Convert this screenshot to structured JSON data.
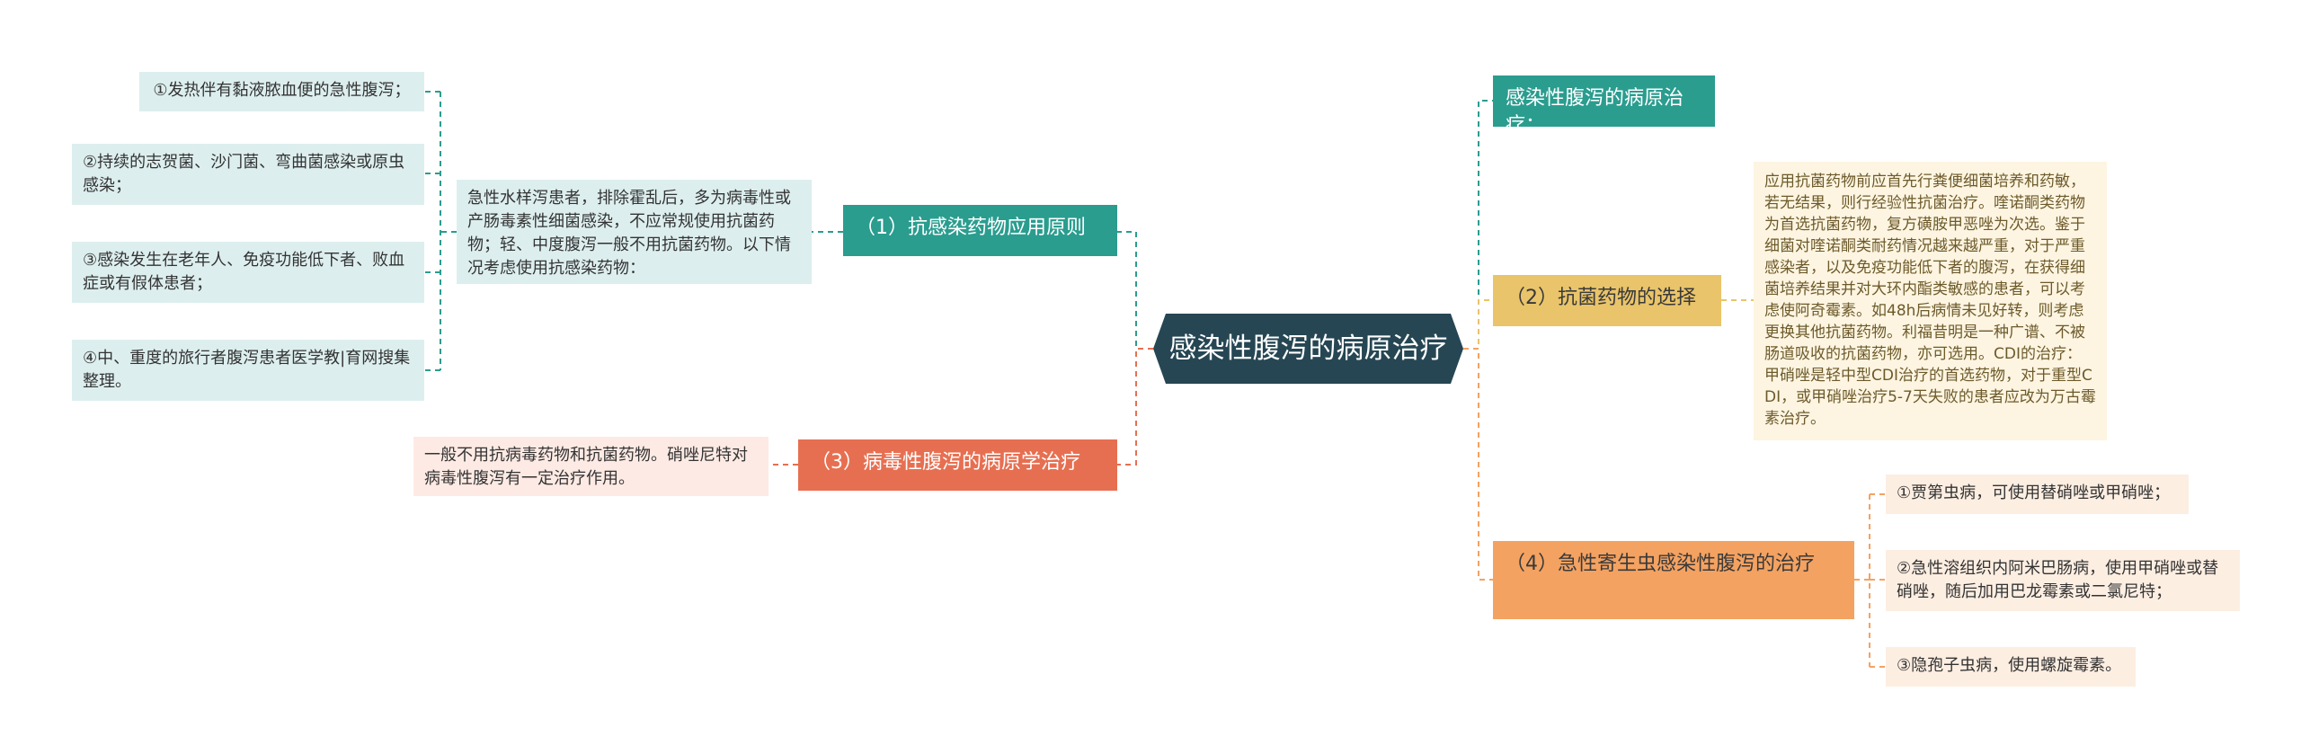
{
  "central": "感染性腹泻的病原治疗",
  "left_branches": [
    {
      "id": "b1",
      "label": "（1）抗感染药物应用原则",
      "intro": "急性水样泻患者，排除霍乱后，多为病毒性或产肠毒素性细菌感染，不应常规使用抗菌药物；轻、中度腹泻一般不用抗菌药物。以下情况考虑使用抗感染药物：",
      "items": [
        "①发热伴有黏液脓血便的急性腹泻；",
        "②持续的志贺菌、沙门菌、弯曲菌感染或原虫感染；",
        "③感染发生在老年人、免疫功能低下者、败血症或有假体患者；",
        "④中、重度的旅行者腹泻患者医学教|育网搜集整理。"
      ]
    },
    {
      "id": "b3",
      "label": "（3）病毒性腹泻的病原学治疗",
      "detail": "一般不用抗病毒药物和抗菌药物。硝唑尼特对病毒性腹泻有一定治疗作用。"
    }
  ],
  "right_branches": [
    {
      "id": "b0",
      "label": "感染性腹泻的病原治疗："
    },
    {
      "id": "b2",
      "label": "（2）抗菌药物的选择",
      "detail": "应用抗菌药物前应首先行粪便细菌培养和药敏，若无结果，则行经验性抗菌治疗。喹诺酮类药物为首选抗菌药物，复方磺胺甲恶唑为次选。鉴于细菌对喹诺酮类耐药情况越来越严重，对于严重感染者，以及免疫功能低下者的腹泻，在获得细菌培养结果并对大环内酯类敏感的患者，可以考虑使阿奇霉素。如48h后病情未见好转，则考虑更换其他抗菌药物。利福昔明是一种广谱、不被肠道吸收的抗菌药物，亦可选用。CDI的治疗：甲硝唑是轻中型CDI治疗的首选药物，对于重型CDI，或甲硝唑治疗5-7天失败的患者应改为万古霉素治疗。"
    },
    {
      "id": "b4",
      "label": "（4）急性寄生虫感染性腹泻的治疗",
      "items": [
        "①贾第虫病，可使用替硝唑或甲硝唑；",
        "②急性溶组织内阿米巴肠病，使用甲硝唑或替硝唑，随后加用巴龙霉素或二氯尼特；",
        "③隐孢子虫病，使用螺旋霉素。"
      ]
    }
  ],
  "colors": {
    "central": "#264653",
    "teal": "#2a9d8f",
    "red": "#e76f51",
    "yellow": "#e9c46a",
    "orange": "#f4a261"
  }
}
